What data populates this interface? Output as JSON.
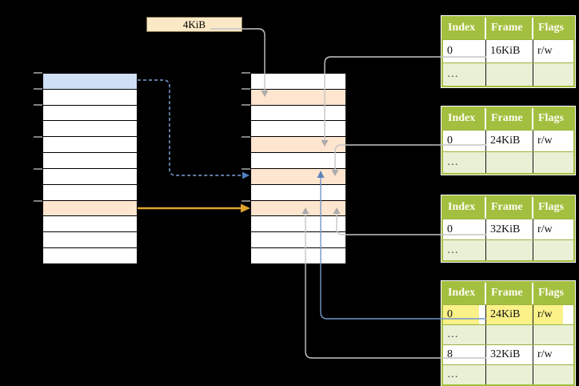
{
  "page_size_label": "4KiB",
  "virtual_column": {
    "rows": [
      {
        "fill": "blue"
      },
      {
        "fill": "white"
      },
      {
        "fill": "white"
      },
      {
        "fill": "white"
      },
      {
        "fill": "white"
      },
      {
        "fill": "white"
      },
      {
        "fill": "white"
      },
      {
        "fill": "white"
      },
      {
        "fill": "orange"
      },
      {
        "fill": "white"
      },
      {
        "fill": "white"
      },
      {
        "fill": "white"
      }
    ]
  },
  "physical_column": {
    "rows": [
      {
        "fill": "white"
      },
      {
        "fill": "orange"
      },
      {
        "fill": "white"
      },
      {
        "fill": "white"
      },
      {
        "fill": "orange"
      },
      {
        "fill": "white"
      },
      {
        "fill": "orange"
      },
      {
        "fill": "white"
      },
      {
        "fill": "orange"
      },
      {
        "fill": "white"
      },
      {
        "fill": "white"
      },
      {
        "fill": "white"
      }
    ]
  },
  "tables": [
    {
      "headers": [
        "Index",
        "Frame",
        "Flags"
      ],
      "rows": [
        {
          "cells": [
            "0",
            "16KiB",
            "r/w"
          ]
        },
        {
          "cells": [
            "…",
            "",
            ""
          ]
        }
      ]
    },
    {
      "headers": [
        "Index",
        "Frame",
        "Flags"
      ],
      "rows": [
        {
          "cells": [
            "0",
            "24KiB",
            "r/w"
          ]
        },
        {
          "cells": [
            "…",
            "",
            ""
          ]
        }
      ]
    },
    {
      "headers": [
        "Index",
        "Frame",
        "Flags"
      ],
      "rows": [
        {
          "cells": [
            "0",
            "32KiB",
            "r/w"
          ]
        },
        {
          "cells": [
            "…",
            "",
            ""
          ]
        }
      ]
    },
    {
      "headers": [
        "Index",
        "Frame",
        "Flags"
      ],
      "rows": [
        {
          "cells": [
            "0",
            "24KiB",
            "r/w"
          ],
          "highlighted": true
        },
        {
          "cells": [
            "…",
            "",
            ""
          ]
        },
        {
          "cells": [
            "8",
            "32KiB",
            "r/w"
          ]
        },
        {
          "cells": [
            "…",
            "",
            ""
          ]
        }
      ]
    }
  ],
  "arrows": [
    {
      "id": "page-size-pointer",
      "from": "page-size-label",
      "to": "physical-frame-1",
      "style": "solid-gray"
    },
    {
      "id": "table1-frame-pointer",
      "from": "table-1-row-0",
      "to": "physical-frame-4",
      "style": "solid-gray"
    },
    {
      "id": "table2-frame-pointer",
      "from": "table-2-row-0",
      "to": "physical-frame-6",
      "style": "solid-gray"
    },
    {
      "id": "table3-frame-pointer",
      "from": "table-3-row-0",
      "to": "physical-frame-8",
      "style": "solid-gray"
    },
    {
      "id": "table4-row0-frame-pointer",
      "from": "table-4-row-0",
      "to": "physical-frame-6",
      "style": "solid-blue"
    },
    {
      "id": "table4-row2-frame-pointer",
      "from": "table-4-row-2",
      "to": "physical-frame-8",
      "style": "solid-gray"
    },
    {
      "id": "virtual-page0-lookup",
      "from": "virtual-page-0",
      "to": "physical-frame-6",
      "style": "dashed-blue"
    },
    {
      "id": "virtual-page8-mapping",
      "from": "virtual-page-8",
      "to": "physical-frame-8",
      "style": "solid-orange"
    }
  ],
  "palette": {
    "table_header_green": "#A3BF3F",
    "table_zebra_green": "#E9F0D6",
    "highlight_yellow": "#FBF189",
    "virtual_page_blue": "#CFDFF5",
    "frame_orange": "#FDE5CF",
    "label_cream": "#FBE9C6",
    "arrow_gray": "#C6C6C6",
    "arrow_blue": "#7396C8",
    "arrow_dashed_blue": "#7DA0D6",
    "arrow_orange": "#DFA32E"
  }
}
